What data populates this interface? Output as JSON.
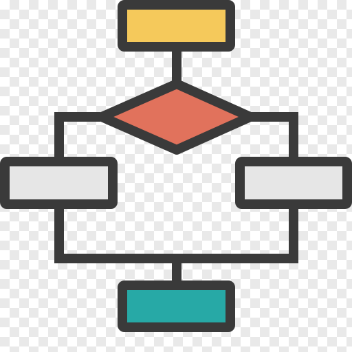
{
  "diagram": {
    "type": "flowchart-icon",
    "colors": {
      "outline": "#3a3a3a",
      "start": "#f5c95b",
      "decision": "#e1725c",
      "process": "#e6e6e6",
      "end": "#27a9a6",
      "background_checker_light": "#ffffff",
      "background_checker_dark": "#e9e9e9"
    },
    "nodes": [
      {
        "id": "start",
        "shape": "rectangle",
        "fill": "start"
      },
      {
        "id": "decision",
        "shape": "diamond",
        "fill": "decision"
      },
      {
        "id": "process-left",
        "shape": "rectangle",
        "fill": "process"
      },
      {
        "id": "process-right",
        "shape": "rectangle",
        "fill": "process"
      },
      {
        "id": "end",
        "shape": "rectangle",
        "fill": "end"
      }
    ],
    "edges": [
      {
        "from": "start",
        "to": "decision"
      },
      {
        "from": "decision",
        "to": "process-left"
      },
      {
        "from": "decision",
        "to": "process-right"
      },
      {
        "from": "process-left",
        "to": "end"
      },
      {
        "from": "process-right",
        "to": "end"
      }
    ]
  }
}
